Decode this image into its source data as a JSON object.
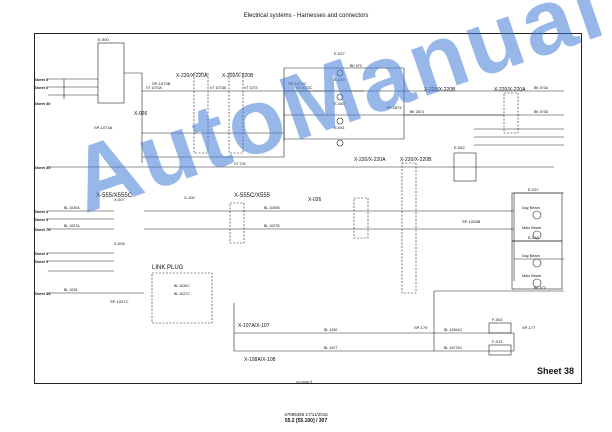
{
  "header": {
    "title": "Electrical systems - Harnesses and connectors"
  },
  "sheet": {
    "label": "Sheet 38",
    "ref_code": "nn-spaw 3"
  },
  "footer": {
    "doc_id": "47695465 17/11/2016",
    "page": "55.2 [55.100] / 307"
  },
  "watermark": {
    "text": "AutoManual"
  },
  "connectors": {
    "x220_220a_top": "X-220/X-220A",
    "x220_220b_top": "X-220/X-220B",
    "x220_220b_right": "X-220/X-220B",
    "x220_220a_right": "X-220/X-220A",
    "x220_220a_mid": "X-220/X-220A",
    "x220_220b_mid": "X-220/X-220B",
    "x555_x555c_left": "X-555/X555C",
    "x555c_x555": "X-555C/X555",
    "x026_upper": "X-026",
    "x026_lower": "X-026",
    "link_plug": "LINK PLUG",
    "x107a_x107": "X-107A/X-107",
    "x108a_x108": "X-108A/X-108",
    "e900": "E-900",
    "x007": "X-007",
    "x005": "X-005",
    "x100": "X-100",
    "e027": "E-027",
    "e029": "E-029",
    "e040": "E-040",
    "e041": "E-041",
    "e062": "E-062",
    "e037": "E-037",
    "e038": "E-038",
    "f003": "F-003",
    "f013": "F-013"
  },
  "splices": {
    "sp1073b": "SP-1073B",
    "sp1073a": "SP-1073A",
    "sp1073c": "SP-1073C",
    "sp2874": "SP-2874",
    "sp1027c": "SP-1027C",
    "sp179": "SP-179",
    "sp177": "SP-177",
    "sp1028b": "SP-1028B"
  },
  "sheet_refs": {
    "s5": "Sheet 5",
    "s6": "Sheet 6",
    "s40": "Sheet 40",
    "s35": "Sheet 35",
    "s4a": "Sheet 4",
    "s5b": "Sheet 5",
    "s76": "Sheet 76",
    "s4b": "Sheet 4",
    "s5c": "Sheet 5",
    "s34": "Sheet 34"
  },
  "wires": {
    "vt1073a": "VT 1073A",
    "vt1073b": "VT 1073B",
    "vt1073c": "VT 1073C",
    "vt1073": "VT 1073",
    "vt276": "VT 276",
    "bk570": "BK 570",
    "bk2874": "BK 2874",
    "bk570a": "BK 570A",
    "bk570d": "BK 570D",
    "bl1030b": "BL 1030B",
    "bl1027b": "BL 1027B",
    "bl1030a": "BL 1030A",
    "bl1027a": "BL 1027A",
    "bl1027c": "BL 1027C",
    "bl1030c": "BL 1030C",
    "bl1028": "BL 1028",
    "bl1027": "BL 1027",
    "bl1030": "BL 1030",
    "bl1027ac": "BL 1027AC",
    "bl1030ac": "BL 1030AC",
    "bk572": "BK 572"
  },
  "lamps": {
    "day_beam_1": "Day Beam",
    "main_beam_1": "Main Beam",
    "day_beam_2": "Day Beam",
    "main_beam_2": "Main Beam"
  }
}
